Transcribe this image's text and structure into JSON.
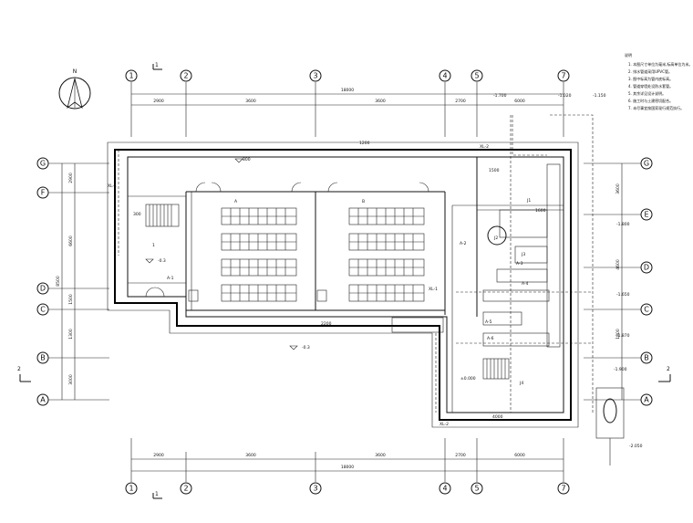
{
  "axes_columns": [
    "1",
    "2",
    "3",
    "4",
    "5",
    "7"
  ],
  "axes_rows": [
    "G",
    "F",
    "D",
    "C",
    "B",
    "A"
  ],
  "axes_rows_right": [
    "G",
    "E",
    "D",
    "C",
    "B",
    "A"
  ],
  "dims_top": [
    "2900",
    "3600",
    "3600",
    "2700",
    "6000"
  ],
  "dims_top_total": "18000",
  "dims_bottom": [
    "2900",
    "3600",
    "3600",
    "2700",
    "6000"
  ],
  "dims_bottom_total": "18000",
  "dims_left": [
    "2900",
    "1500",
    "1300",
    "3000"
  ],
  "dims_left_total": "8500",
  "dims_left_mid": "6600",
  "dims_right": [
    "3600",
    "4600",
    "1800"
  ],
  "section_marks": {
    "left": "2",
    "right": "2",
    "top": "1",
    "bottom": "1"
  },
  "elevations": {
    "e1": "-1.700",
    "e2": "-1.020",
    "e3": "-1.150",
    "e4": "-1.800",
    "e5": "-1.650",
    "e6": "-1.870",
    "e7": "-1.900",
    "e8": "-2.050",
    "e9": "±0.000",
    "e10": "-0.3",
    "e11": "-0.3"
  },
  "labels": {
    "north": "N",
    "room_left": "1",
    "room_a": "A",
    "room_b": "B",
    "xl1": "XL-1",
    "xl2": "XL-2",
    "xl1b": "XL-1",
    "xl2b": "XL-2",
    "j1": "J1",
    "j2": "J2",
    "j3": "J3",
    "j4": "J4",
    "g1": "A-1",
    "g2": "A-2",
    "g3": "A-3",
    "g4": "A-4",
    "g5": "A-5",
    "g6": "A-6",
    "dim_300": "300",
    "dim_800": "800",
    "dim_1200": "1200",
    "dim_2200": "2200",
    "dim_1600": "1600",
    "dim_4000": "4000",
    "dim_1500": "1500"
  },
  "notes_title": "说明",
  "notes": [
    "1. 本图尺寸单位为毫米,标高单位为米。",
    "2. 排水管道采用UPVC管。",
    "3. 图中标高为管内底标高。",
    "4. 管道穿墙处设防水套管。",
    "5. 其余详见设计说明。",
    "6. 施工时与土建密切配合。",
    "7. 未尽事宜按国家现行规范执行。"
  ]
}
